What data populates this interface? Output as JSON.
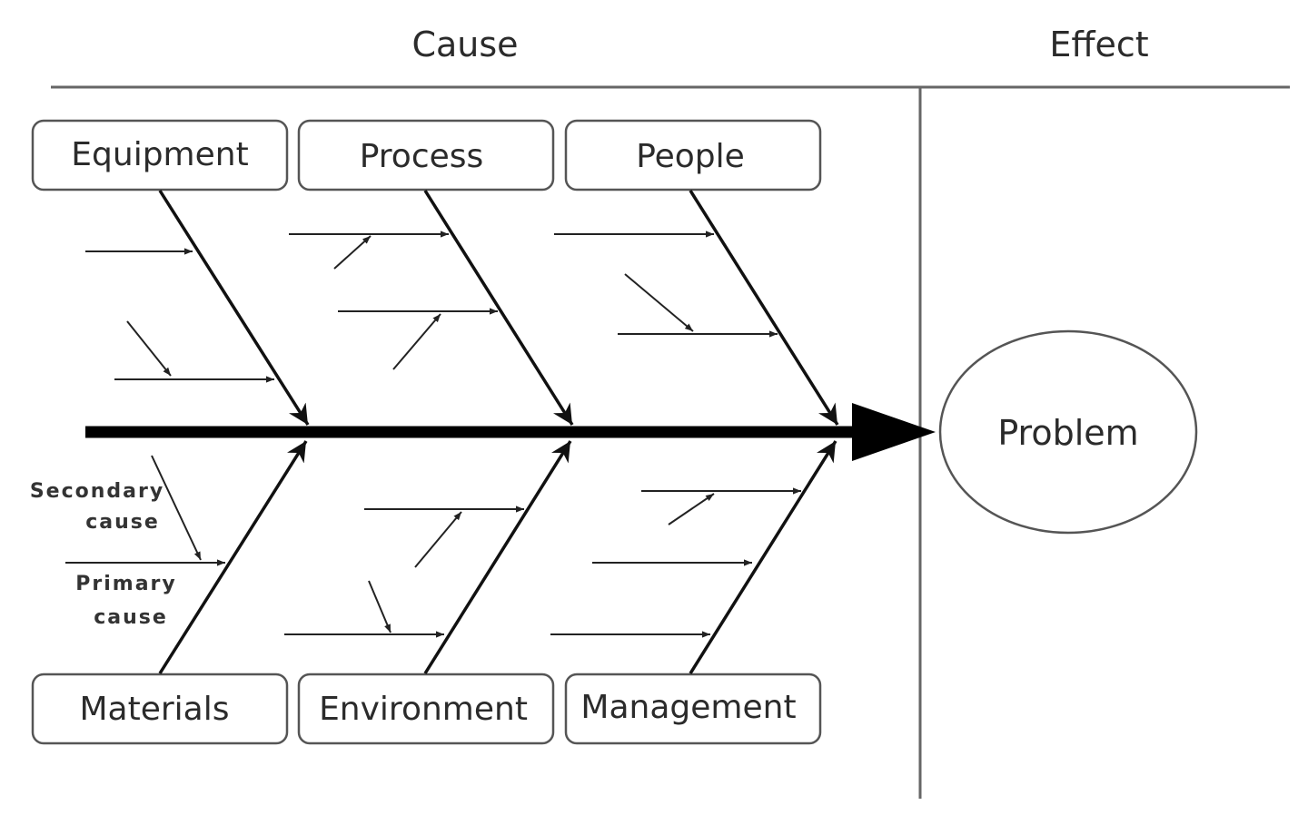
{
  "header": {
    "cause_label": "Cause",
    "effect_label": "Effect"
  },
  "categories": {
    "top": [
      "Equipment",
      "Process",
      "People"
    ],
    "bottom": [
      "Materials",
      "Environment",
      "Management"
    ]
  },
  "effect": {
    "problem_label": "Problem"
  },
  "legend": {
    "secondary_line1": "Secondary",
    "secondary_line2": "cause",
    "primary_line1": "Primary",
    "primary_line2": "cause"
  },
  "colors": {
    "spine": "#000000",
    "lines": "#222222",
    "box_border": "#555555"
  }
}
